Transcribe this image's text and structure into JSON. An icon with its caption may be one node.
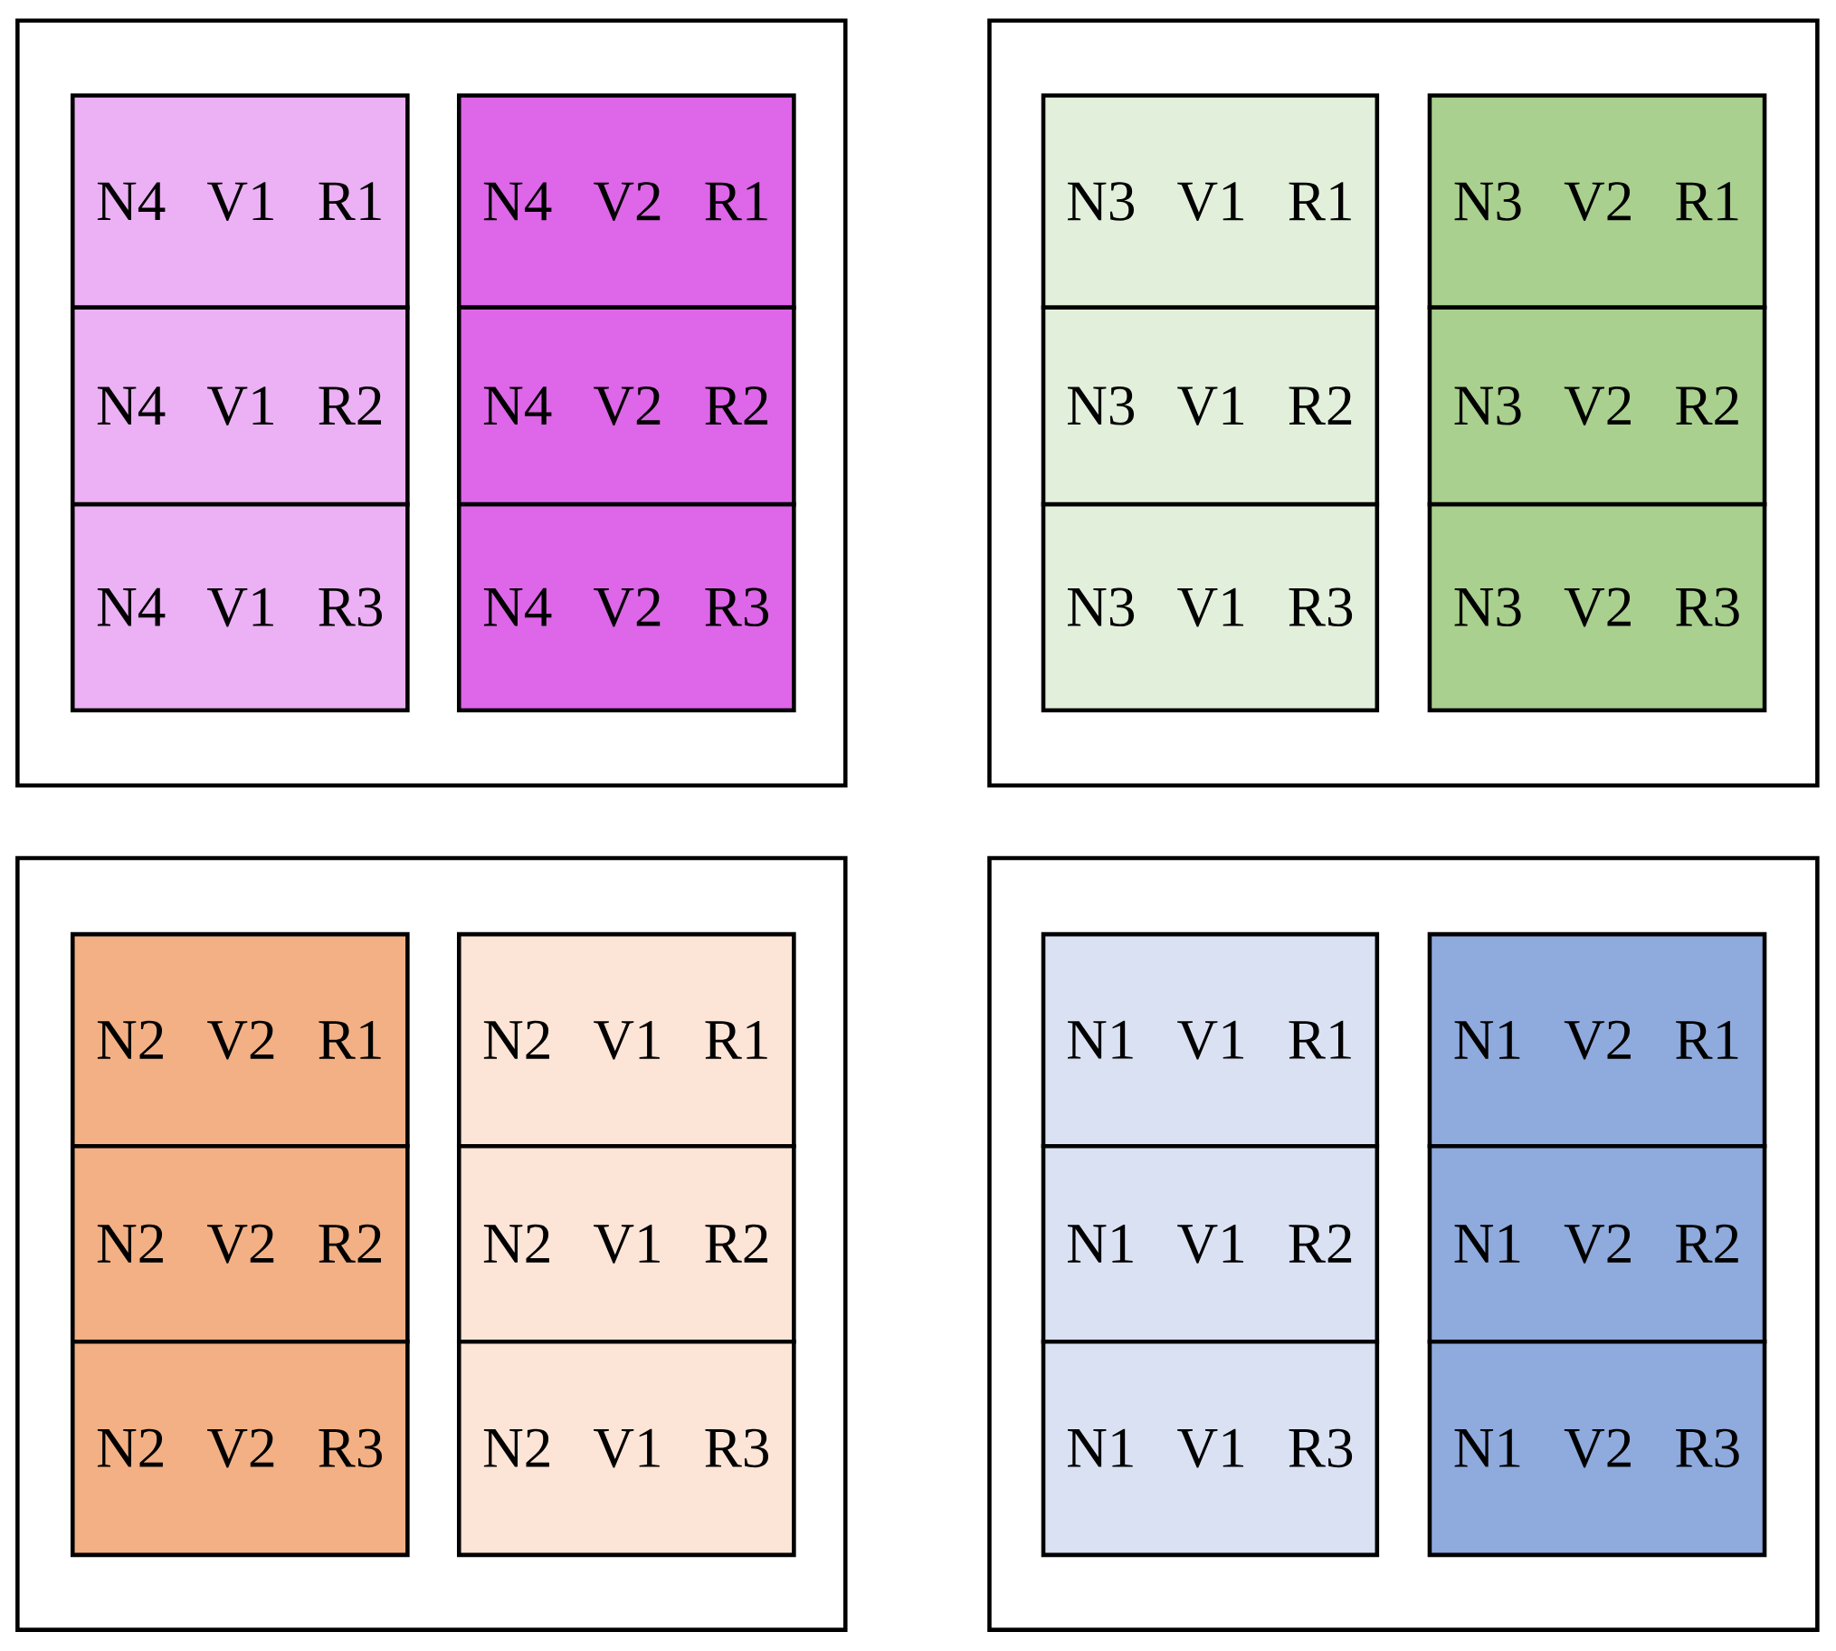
{
  "diagram": {
    "nodes": [
      {
        "text": [],
        "shape": "box"
      },
      {
        "text": [
          "N4 V1 R1"
        ],
        "in": 0
      },
      {
        "text": [
          "N4 V2 R1"
        ],
        "in": 0
      },
      {
        "text": [
          "N4 V1 R2"
        ],
        "in": 0
      },
      {
        "text": [
          "N4 V2 R2"
        ],
        "in": 0
      },
      {
        "text": [
          "N4 V1 R3"
        ],
        "in": 0
      },
      {
        "text": [
          "N4 V2 R3"
        ],
        "in": 0
      },
      {
        "text": [],
        "shape": "box"
      },
      {
        "text": [
          "N3 V1 R1"
        ],
        "in": 7
      },
      {
        "text": [
          "N3 V2 R1"
        ],
        "in": 7
      },
      {
        "text": [
          "N3 V1 R2"
        ],
        "in": 7
      },
      {
        "text": [
          "N3 V2 R2"
        ],
        "in": 7
      },
      {
        "text": [
          "N3 V1 R3"
        ],
        "in": 7
      },
      {
        "text": [
          "N3 V2 R3"
        ],
        "in": 7
      },
      {
        "text": [],
        "shape": "box"
      },
      {
        "text": [
          "N2 V2 R1"
        ],
        "in": 14
      },
      {
        "text": [
          "N2 V1 R1"
        ],
        "in": 14
      },
      {
        "text": [
          "N2 V2 R2"
        ],
        "in": 14
      },
      {
        "text": [
          "N2 V1 R2"
        ],
        "in": 14
      },
      {
        "text": [
          "N2 V2 R3"
        ],
        "in": 14
      },
      {
        "text": [
          "N2 V1 R3"
        ],
        "in": 14
      },
      {
        "text": [],
        "shape": "box"
      },
      {
        "text": [
          "N1 V1 R1"
        ],
        "in": 21
      },
      {
        "text": [
          "N1 V2 R1"
        ],
        "in": 21
      },
      {
        "text": [
          "N1 V1 R2"
        ],
        "in": 21
      },
      {
        "text": [
          "N1 V2 R2"
        ],
        "in": 21
      },
      {
        "text": [
          "N1 V1 R3"
        ],
        "in": 21
      },
      {
        "text": [
          "N1 V2 R3"
        ],
        "in": 21
      }
    ]
  }
}
